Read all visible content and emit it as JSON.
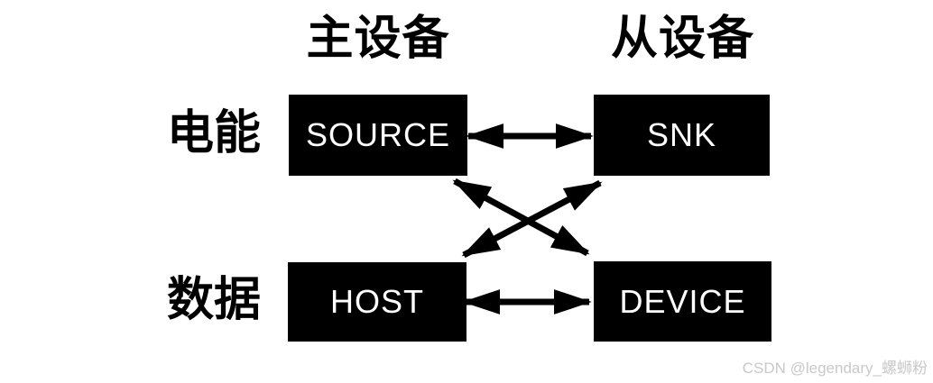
{
  "diagram": {
    "title_semantic": "usb-pd-role-mapping",
    "columns": [
      {
        "id": "master",
        "label": "主设备"
      },
      {
        "id": "slave",
        "label": "从设备"
      }
    ],
    "rows": [
      {
        "id": "power",
        "label": "电能"
      },
      {
        "id": "data",
        "label": "数据"
      }
    ],
    "nodes": {
      "source": {
        "label": "SOURCE"
      },
      "snk": {
        "label": "SNK"
      },
      "host": {
        "label": "HOST"
      },
      "device": {
        "label": "DEVICE"
      }
    },
    "connections": [
      {
        "from": "SOURCE",
        "to": "SNK",
        "bidirectional": true,
        "style": "horizontal"
      },
      {
        "from": "HOST",
        "to": "DEVICE",
        "bidirectional": true,
        "style": "horizontal"
      },
      {
        "from": "SOURCE",
        "to": "DEVICE",
        "bidirectional": true,
        "style": "diagonal-cross"
      },
      {
        "from": "SNK",
        "to": "HOST",
        "bidirectional": true,
        "style": "diagonal-cross"
      }
    ],
    "colors": {
      "node_bg": "#000000",
      "node_text": "#ffffff",
      "arrow": "#000000",
      "label_text": "#000000",
      "background": "#ffffff",
      "watermark_text": "#c9c9c9"
    }
  },
  "watermark": {
    "text": "CSDN @legendary_螺蛳粉"
  }
}
